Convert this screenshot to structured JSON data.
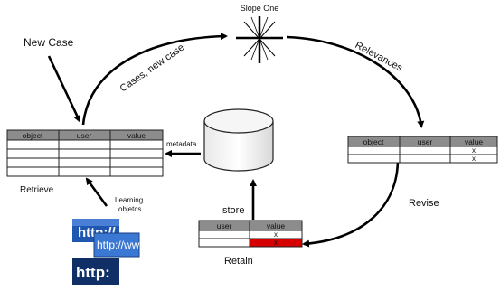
{
  "nodes": {
    "slope_one": "Slope One",
    "new_case": "New Case",
    "retrieve": "Retrieve",
    "retain": "Retain",
    "revise": "Revise",
    "store": "store",
    "learning_objects_line1": "Learning",
    "learning_objects_line2": "objetcs",
    "metadata": "metadata"
  },
  "edges": {
    "cases_new_case": "Cases, new case",
    "relevances": "Relevances"
  },
  "tables": {
    "retrieve_table": {
      "columns": [
        "object",
        "user",
        "value"
      ],
      "rows": 4
    },
    "revise_table": {
      "columns": [
        "object",
        "user",
        "value"
      ],
      "marks": [
        "x",
        "x"
      ]
    },
    "retain_table": {
      "columns": [
        "user",
        "value"
      ],
      "marks": [
        "x",
        "x"
      ]
    }
  },
  "http_images": {
    "top": "http://",
    "middle": "http://www",
    "bottom": "http:"
  },
  "colors": {
    "table_header": "#8c8c8c",
    "retain_highlight": "#d60000",
    "http_blue": "#1f56b0"
  }
}
